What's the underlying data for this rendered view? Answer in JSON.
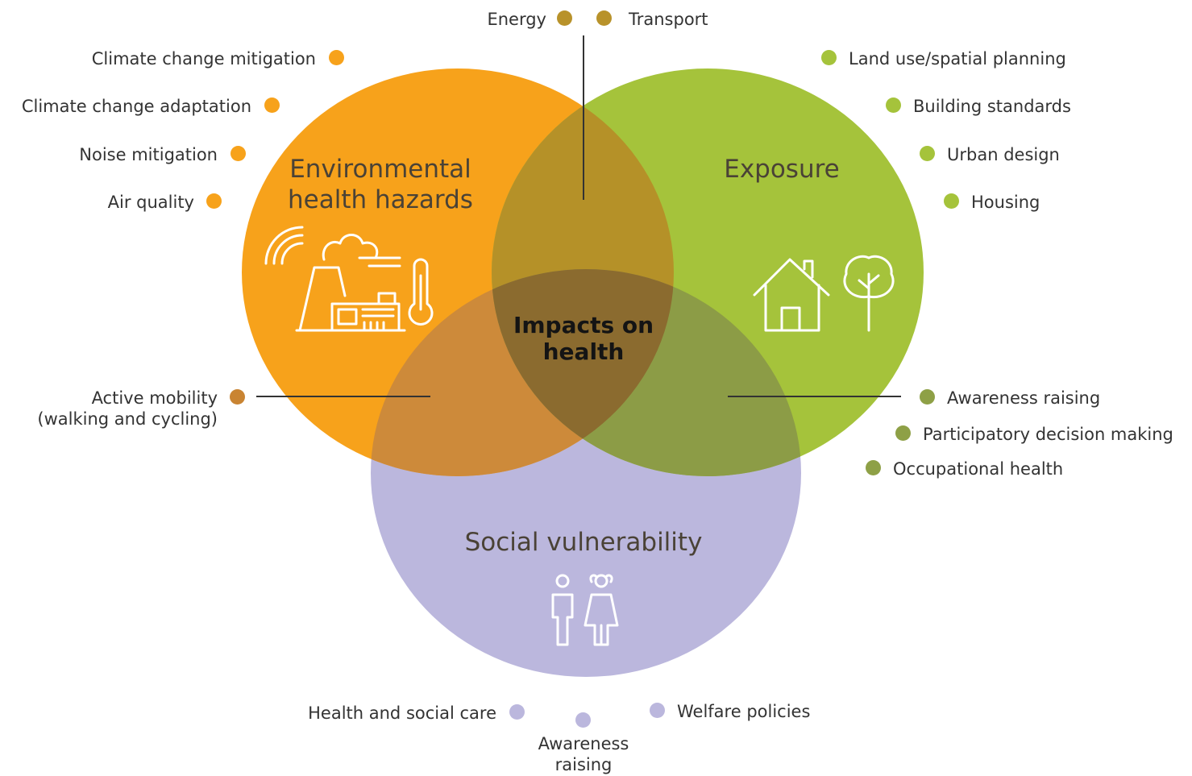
{
  "colors": {
    "environment": "#f7a21b",
    "exposure": "#a5c33b",
    "social": "#bbb7dd",
    "env_exp_overlap": "#b59128",
    "env_soc_overlap": "#cd8a3a",
    "exp_soc_overlap": "#8c9c46",
    "center": "#8b6b2f",
    "energy_transport_dot": "#b8922a",
    "active_mobility_dot": "#c98432",
    "social_exposure_dot": "#8ea046"
  },
  "circles": {
    "environment_title_line1": "Environmental",
    "environment_title_line2": "health hazards",
    "exposure_title": "Exposure",
    "social_title": "Social vulnerability",
    "center_title_line1": "Impacts on",
    "center_title_line2": "health"
  },
  "top": {
    "energy": "Energy",
    "transport": "Transport"
  },
  "environment_items": [
    "Climate change mitigation",
    "Climate change adaptation",
    "Noise mitigation",
    "Air quality"
  ],
  "exposure_items": [
    "Land use/spatial planning",
    "Building standards",
    "Urban design",
    "Housing"
  ],
  "active_mobility": {
    "line1": "Active mobility",
    "line2": "(walking and cycling)"
  },
  "exposure_social_items": [
    "Awareness raising",
    "Participatory decision making",
    "Occupational health"
  ],
  "social_items": {
    "health_care": "Health and social care",
    "awareness_line1": "Awareness",
    "awareness_line2": "raising",
    "welfare": "Welfare policies"
  },
  "icons": {
    "environment": [
      "wifi-signal-icon",
      "factory-icon",
      "cloud-icon",
      "thermometer-icon"
    ],
    "exposure": [
      "house-icon",
      "tree-icon"
    ],
    "social": [
      "man-icon",
      "woman-icon"
    ]
  }
}
